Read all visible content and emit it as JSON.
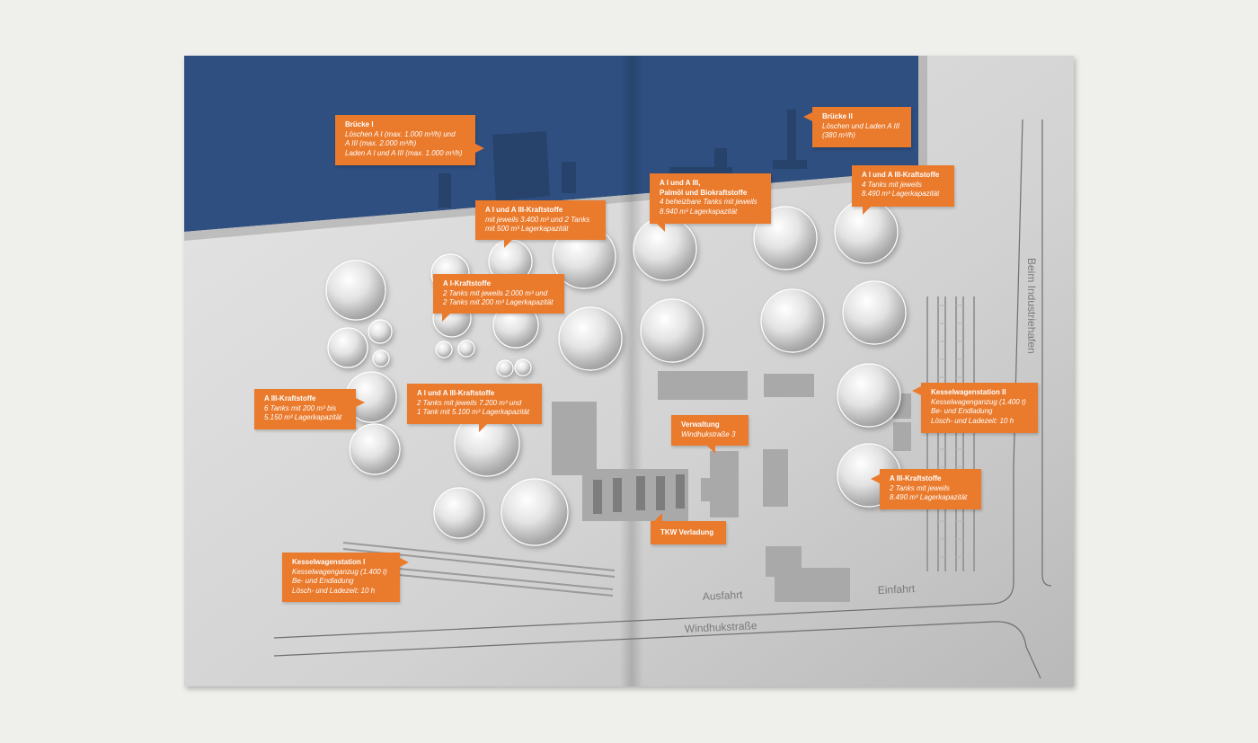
{
  "colors": {
    "water": "#2e4f80",
    "ground": "#d6d6d6",
    "callout": "#ea7a2c",
    "building": "#a9a9a9",
    "background": "#efefec"
  },
  "street_labels": {
    "street_main": "Windhukstraße",
    "street_side": "Beim Industriehafen",
    "exit": "Ausfahrt",
    "entrance": "Einfahrt"
  },
  "callouts": {
    "bruecke1": {
      "title": "Brücke I",
      "lines": [
        "Löschen A I (max. 1.000 m³/h) und",
        "A III (max. 2.000 m³/h)",
        "Laden A I und A III (max. 1.000 m³/h)"
      ]
    },
    "bruecke2": {
      "title": "Brücke II",
      "lines": [
        "Löschen und Laden A III",
        "(380 m³/h)"
      ]
    },
    "ai_aiii_top": {
      "title": "A I und A III-Kraftstoffe",
      "lines": [
        "mit jeweils 3.400 m³ und 2 Tanks",
        "mit 500 m³ Lagerkapazität"
      ]
    },
    "palmoel": {
      "title": "A I und A III,\nPalmöl und Biokraftstoffe",
      "lines": [
        "4 beheizbare Tanks mit jeweils",
        "8.940 m³ Lagerkapazität"
      ]
    },
    "ai_aiii_right": {
      "title": "A I und A III-Kraftstoffe",
      "lines": [
        "4 Tanks mit jeweils",
        "8.490 m³ Lagerkapazität"
      ]
    },
    "ai_kraftstoffe": {
      "title": "A I-Kraftstoffe",
      "lines": [
        "2 Tanks mit jeweils 2.000 m³ und",
        "2 Tanks mit 200 m³ Lagerkapazität"
      ]
    },
    "aiii_left": {
      "title": "A III-Kraftstoffe",
      "lines": [
        "6 Tanks mit 200 m³ bis",
        "5.150 m³ Lagerkapazität"
      ]
    },
    "ai_aiii_mid": {
      "title": "A I und A III-Kraftstoffe",
      "lines": [
        "2 Tanks mit jeweils 7.200 m³ und",
        "1 Tank mit 5.100 m³ Lagerkapazität"
      ]
    },
    "verwaltung": {
      "title": "Verwaltung",
      "lines": [
        "Windhukstraße 3"
      ]
    },
    "tkw": {
      "title": "TKW Verladung",
      "lines": []
    },
    "kessel2": {
      "title": "Kesselwagenstation II",
      "lines": [
        "Kesselwagenganzug (1.400 t)",
        "Be- und Endladung",
        "Lösch- und Ladezeit: 10 h"
      ]
    },
    "aiii_right": {
      "title": "A III-Kraftstoffe",
      "lines": [
        "2 Tanks mit jeweils",
        "8.490 m³ Lagerkapazität"
      ]
    },
    "kessel1": {
      "title": "Kesselwagenstation I",
      "lines": [
        "Kesselwagenganzug (1.400 t)",
        "Be- und Endladung",
        "Lösch- und Ladezeit: 10 h"
      ]
    }
  }
}
